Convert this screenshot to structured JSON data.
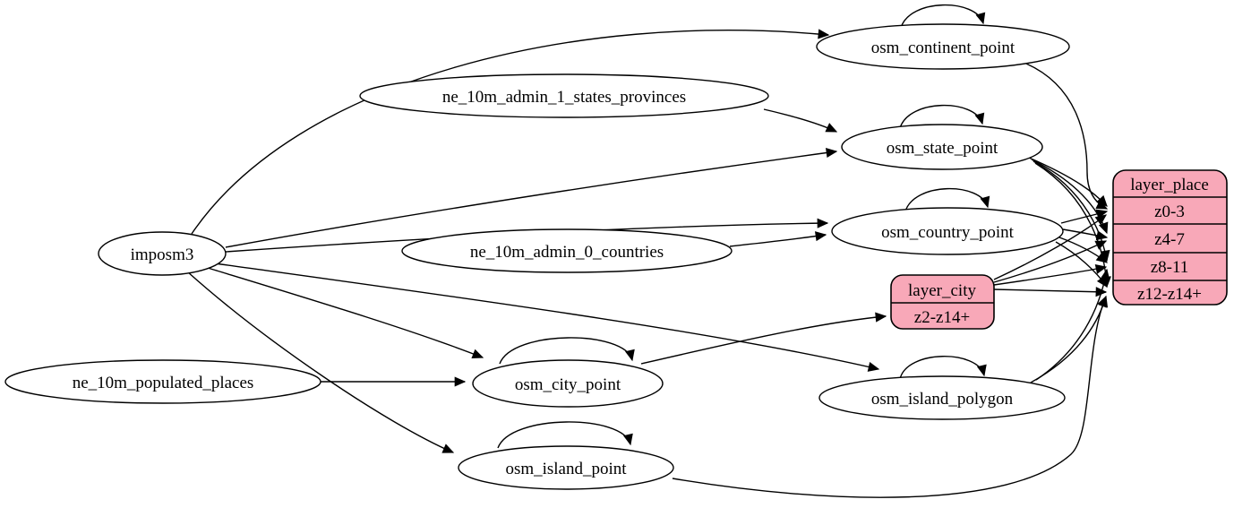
{
  "diagram_title": "etl-diagram-place-layer",
  "colors": {
    "background": "#ffffff",
    "node_fill": "#ffffff",
    "node_stroke": "#000000",
    "edge": "#000000",
    "record_fill": "#f8a8b8",
    "record_stroke": "#000000"
  },
  "nodes": {
    "imposm3": {
      "label": "imposm3"
    },
    "ne_10m_admin_1_states_provinces": {
      "label": "ne_10m_admin_1_states_provinces"
    },
    "ne_10m_admin_0_countries": {
      "label": "ne_10m_admin_0_countries"
    },
    "ne_10m_populated_places": {
      "label": "ne_10m_populated_places"
    },
    "osm_continent_point": {
      "label": "osm_continent_point"
    },
    "osm_state_point": {
      "label": "osm_state_point"
    },
    "osm_country_point": {
      "label": "osm_country_point"
    },
    "osm_city_point": {
      "label": "osm_city_point"
    },
    "osm_island_polygon": {
      "label": "osm_island_polygon"
    },
    "osm_island_point": {
      "label": "osm_island_point"
    }
  },
  "records": {
    "layer_city": {
      "title": "layer_city",
      "rows": [
        "z2-z14+"
      ]
    },
    "layer_place": {
      "title": "layer_place",
      "rows": [
        "z0-3",
        "z4-7",
        "z8-11",
        "z12-z14+"
      ]
    }
  },
  "edges": [
    {
      "from": "imposm3",
      "to": "osm_continent_point"
    },
    {
      "from": "imposm3",
      "to": "osm_state_point"
    },
    {
      "from": "imposm3",
      "to": "osm_country_point"
    },
    {
      "from": "imposm3",
      "to": "osm_city_point"
    },
    {
      "from": "imposm3",
      "to": "osm_island_polygon"
    },
    {
      "from": "imposm3",
      "to": "osm_island_point"
    },
    {
      "from": "ne_10m_admin_1_states_provinces",
      "to": "osm_state_point"
    },
    {
      "from": "ne_10m_admin_0_countries",
      "to": "osm_country_point"
    },
    {
      "from": "ne_10m_populated_places",
      "to": "osm_city_point"
    },
    {
      "from": "osm_continent_point",
      "to": "osm_continent_point",
      "self_loop": true
    },
    {
      "from": "osm_state_point",
      "to": "osm_state_point",
      "self_loop": true
    },
    {
      "from": "osm_country_point",
      "to": "osm_country_point",
      "self_loop": true
    },
    {
      "from": "osm_city_point",
      "to": "osm_city_point",
      "self_loop": true
    },
    {
      "from": "osm_island_polygon",
      "to": "osm_island_polygon",
      "self_loop": true
    },
    {
      "from": "osm_island_point",
      "to": "osm_island_point",
      "self_loop": true
    },
    {
      "from": "osm_continent_point",
      "to": "layer_place",
      "port": "z0-3"
    },
    {
      "from": "osm_state_point",
      "to": "layer_place",
      "port": "z0-3"
    },
    {
      "from": "osm_state_point",
      "to": "layer_place",
      "port": "z4-7"
    },
    {
      "from": "osm_state_point",
      "to": "layer_place",
      "port": "z8-11"
    },
    {
      "from": "osm_state_point",
      "to": "layer_place",
      "port": "z12-z14+"
    },
    {
      "from": "osm_country_point",
      "to": "layer_place",
      "port": "z0-3"
    },
    {
      "from": "osm_country_point",
      "to": "layer_place",
      "port": "z4-7"
    },
    {
      "from": "osm_country_point",
      "to": "layer_place",
      "port": "z8-11"
    },
    {
      "from": "osm_country_point",
      "to": "layer_place",
      "port": "z12-z14+"
    },
    {
      "from": "osm_city_point",
      "to": "layer_city",
      "port": "z2-z14+"
    },
    {
      "from": "layer_city",
      "to": "layer_place",
      "port": "z0-3"
    },
    {
      "from": "layer_city",
      "to": "layer_place",
      "port": "z4-7"
    },
    {
      "from": "layer_city",
      "to": "layer_place",
      "port": "z8-11"
    },
    {
      "from": "layer_city",
      "to": "layer_place",
      "port": "z12-z14+"
    },
    {
      "from": "osm_island_polygon",
      "to": "layer_place",
      "port": "z8-11"
    },
    {
      "from": "osm_island_polygon",
      "to": "layer_place",
      "port": "z12-z14+"
    },
    {
      "from": "osm_island_point",
      "to": "layer_place",
      "port": "z12-z14+"
    }
  ]
}
